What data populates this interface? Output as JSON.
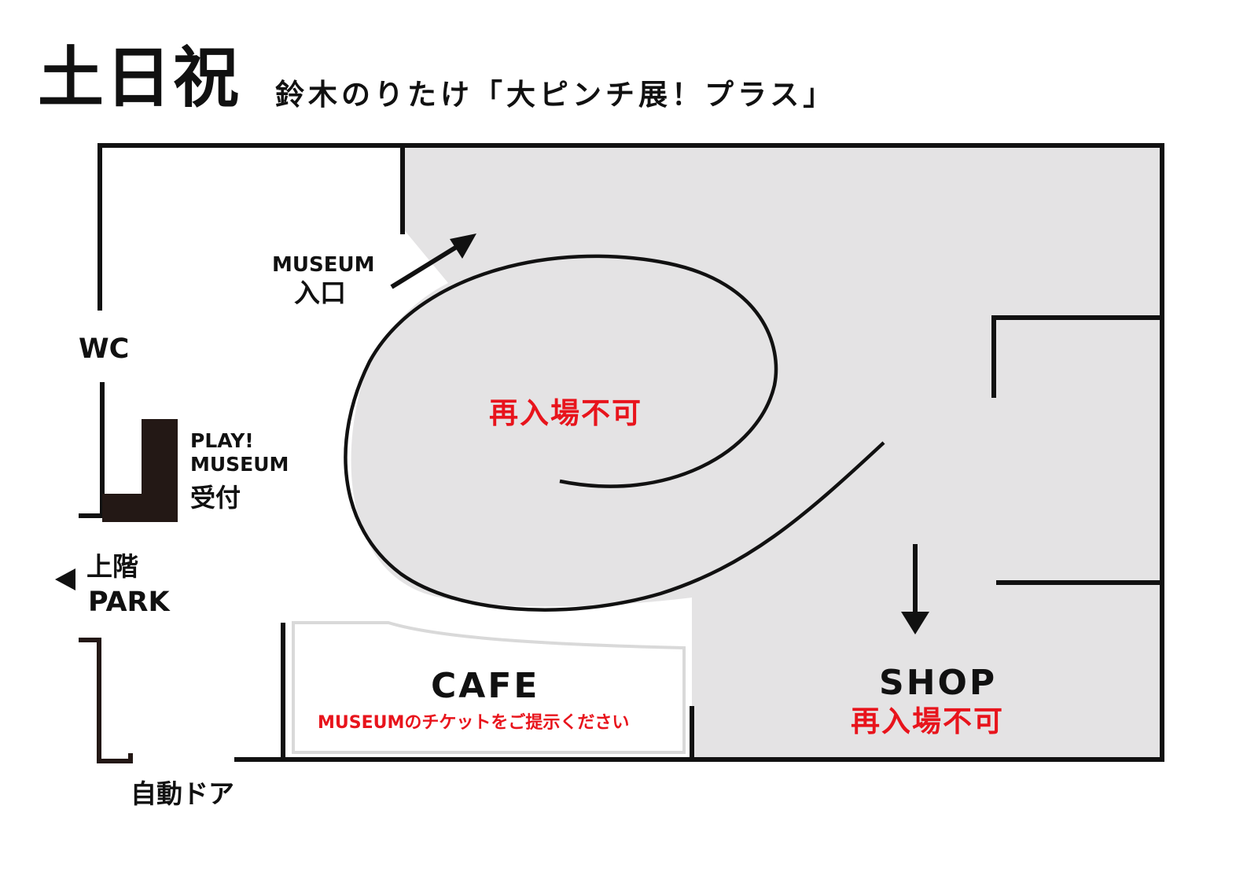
{
  "title": "土日祝",
  "subtitle": "鈴木のりたけ「大ピンチ展！プラス」",
  "labels": {
    "museum_entrance_en": "MUSEUM",
    "museum_entrance_jp": "入口",
    "wc": "WC",
    "reception_line1": "PLAY!",
    "reception_line2": "MUSEUM",
    "reception_line3": "受付",
    "upstairs": "上階",
    "park": "PARK",
    "auto_door": "自動ドア",
    "cafe": "CAFE",
    "cafe_note": "MUSEUMのチケットをご提示ください",
    "shop": "SHOP",
    "no_reentry_museum": "再入場不可",
    "no_reentry_shop": "再入場不可"
  },
  "colors": {
    "wall": "#111111",
    "museum_area": "#e4e3e4",
    "reception_desk": "#231815",
    "cafe_outline": "#d9d9d9",
    "warning": "#e8141c"
  },
  "icons": {
    "entrance_arrow": "arrow-up-right-icon",
    "shop_arrow": "arrow-down-icon",
    "park_arrow": "triangle-left-icon"
  }
}
